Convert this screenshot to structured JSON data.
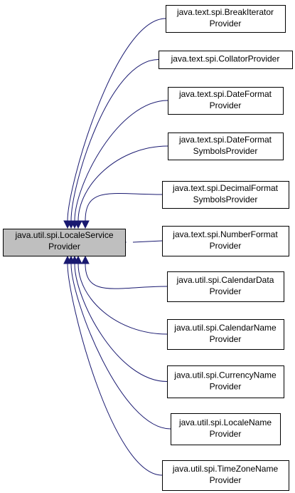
{
  "base_class": {
    "lines": [
      "java.util.spi.LocaleService",
      "Provider"
    ]
  },
  "derived_classes": [
    {
      "lines": [
        "java.text.spi.BreakIterator",
        "Provider"
      ]
    },
    {
      "lines": [
        "java.text.spi.CollatorProvider"
      ]
    },
    {
      "lines": [
        "java.text.spi.DateFormat",
        "Provider"
      ]
    },
    {
      "lines": [
        "java.text.spi.DateFormat",
        "SymbolsProvider"
      ]
    },
    {
      "lines": [
        "java.text.spi.DecimalFormat",
        "SymbolsProvider"
      ]
    },
    {
      "lines": [
        "java.text.spi.NumberFormat",
        "Provider"
      ]
    },
    {
      "lines": [
        "java.util.spi.CalendarData",
        "Provider"
      ]
    },
    {
      "lines": [
        "java.util.spi.CalendarName",
        "Provider"
      ]
    },
    {
      "lines": [
        "java.util.spi.CurrencyName",
        "Provider"
      ]
    },
    {
      "lines": [
        "java.util.spi.LocaleName",
        "Provider"
      ]
    },
    {
      "lines": [
        "java.util.spi.TimeZoneName",
        "Provider"
      ]
    }
  ],
  "colors": {
    "edge": "#191970",
    "base_fill": "#bfbfbf",
    "node_fill": "#ffffff",
    "border": "#000000"
  }
}
